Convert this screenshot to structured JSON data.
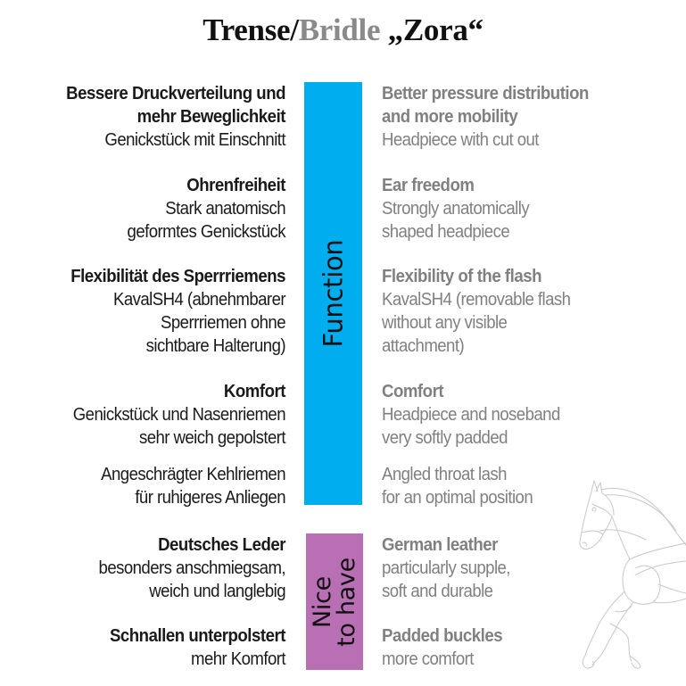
{
  "title": {
    "part1": "Trense/",
    "part2": "Bridle",
    "part3": " „Zora“"
  },
  "bars": {
    "function": {
      "label": "Function",
      "color": "#00aeef"
    },
    "nice_to_have": {
      "label_line1": "Nice",
      "label_line2": "to have",
      "color": "#b86fb3"
    }
  },
  "features": [
    {
      "de": {
        "heading": [
          "Bessere Druckverteilung und",
          "mehr Beweglichkeit"
        ],
        "text": [
          "Genickstück mit Einschnitt"
        ]
      },
      "en": {
        "heading": [
          "Better pressure distribution",
          "and more mobility"
        ],
        "text": [
          "Headpiece with cut out"
        ]
      }
    },
    {
      "de": {
        "heading": [
          "Ohrenfreiheit"
        ],
        "text": [
          "Stark anatomisch",
          "geformtes Genickstück"
        ]
      },
      "en": {
        "heading": [
          "Ear freedom"
        ],
        "text": [
          "Strongly anatomically",
          "shaped headpiece"
        ]
      }
    },
    {
      "de": {
        "heading": [
          "Flexibilität des Sperrriemens"
        ],
        "text": [
          "KavalSH4 (abnehmbarer",
          "Sperrriemen ohne",
          "sichtbare Halterung)"
        ]
      },
      "en": {
        "heading": [
          "Flexibility of the flash"
        ],
        "text": [
          "KavalSH4 (removable flash",
          "without any visible",
          "attachment)"
        ]
      }
    },
    {
      "de": {
        "heading": [
          "Komfort"
        ],
        "text": [
          "Genickstück und Nasenriemen",
          "sehr weich gepolstert"
        ]
      },
      "en": {
        "heading": [
          "Comfort"
        ],
        "text": [
          "Headpiece and noseband",
          "very softly padded"
        ]
      }
    },
    {
      "de": {
        "heading": [],
        "text": [
          "Angeschrägter Kehlriemen",
          "für ruhigeres Anliegen"
        ]
      },
      "en": {
        "heading": [],
        "text": [
          "Angled throat lash",
          "for an optimal position"
        ]
      }
    },
    {
      "de": {
        "heading": [
          "Deutsches Leder"
        ],
        "text": [
          "besonders anschmiegsam,",
          "weich und langlebig"
        ]
      },
      "en": {
        "heading": [
          "German leather"
        ],
        "text": [
          "particularly supple,",
          "soft and durable"
        ]
      }
    },
    {
      "de": {
        "heading": [
          "Schnallen unterpolstert"
        ],
        "text": [
          "mehr Komfort"
        ]
      },
      "en": {
        "heading": [
          "Padded buckles"
        ],
        "text": [
          "more comfort"
        ]
      }
    }
  ],
  "illustration": {
    "icon": "horse-sketch-icon"
  }
}
